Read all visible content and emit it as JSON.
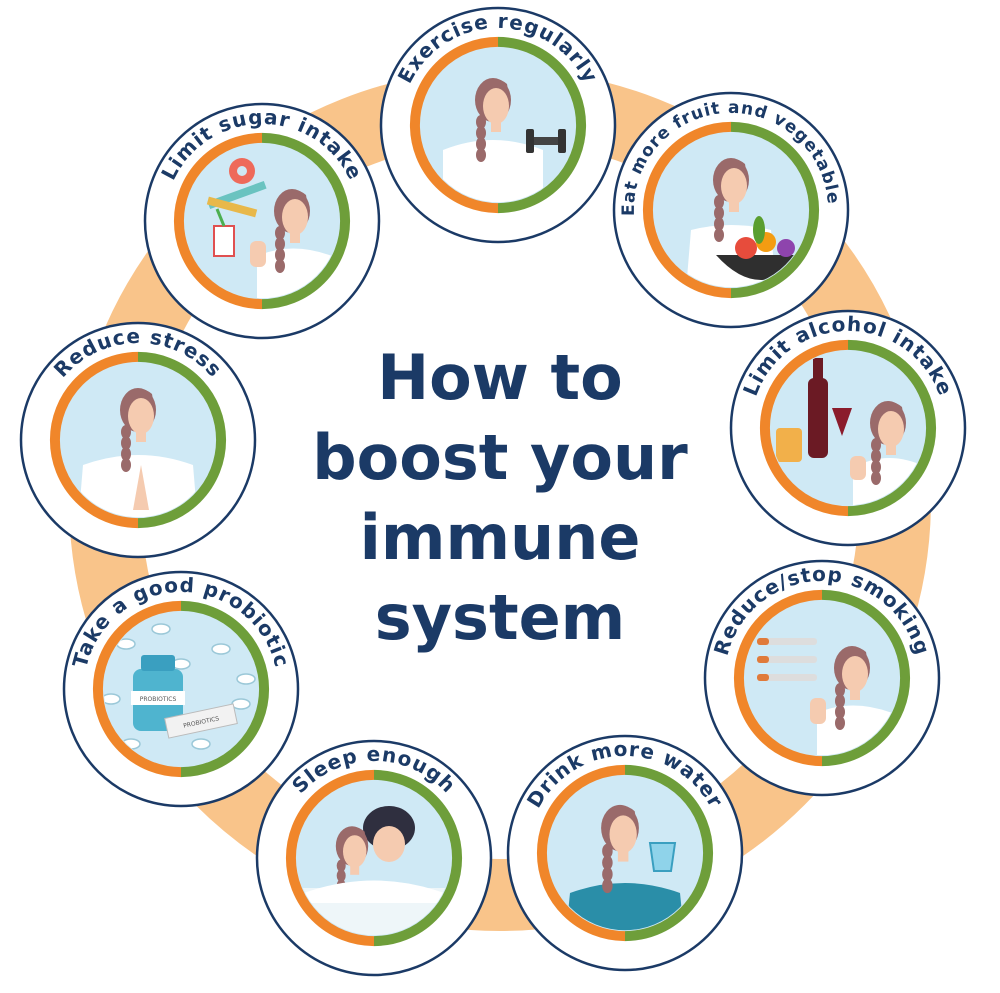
{
  "title": [
    "How to",
    "boost your",
    "immune",
    "system"
  ],
  "colors": {
    "ring": "#f9c48a",
    "orange": "#f0862a",
    "green": "#6e9e3a",
    "navy": "#1b3a66",
    "sky": "#cfe9f5",
    "skin": "#f5cbb0",
    "hair": "#9a6a6a"
  },
  "tips": [
    {
      "id": "exercise",
      "label": "Exercise regularly",
      "icon": "dumbbell-icon"
    },
    {
      "id": "fruit",
      "label": "Eat more fruit and vegetables",
      "icon": "fruit-bowl-icon"
    },
    {
      "id": "alcohol",
      "label": "Limit alcohol intake",
      "icon": "wine-bottle-icon"
    },
    {
      "id": "smoking",
      "label": "Reduce/stop smoking",
      "icon": "cigarette-icon"
    },
    {
      "id": "water",
      "label": "Drink more water",
      "icon": "water-glass-icon"
    },
    {
      "id": "sleep",
      "label": "Sleep enough",
      "icon": "bed-icon"
    },
    {
      "id": "probiotic",
      "label": "Take a good probiotic",
      "icon": "probiotic-bottle-icon"
    },
    {
      "id": "stress",
      "label": "Reduce stress",
      "icon": "praying-hands-icon"
    },
    {
      "id": "sugar",
      "label": "Limit sugar intake",
      "icon": "donut-icon"
    }
  ],
  "product_labels": [
    "PROBIOTICS",
    "PROBIOTICS"
  ]
}
